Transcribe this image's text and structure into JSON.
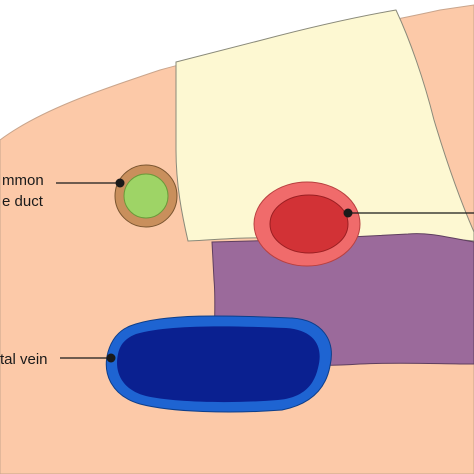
{
  "diagram": {
    "labels": {
      "common_bile_duct_line1": "mmon",
      "common_bile_duct_line2": "e duct",
      "portal_vein": "tal vein"
    },
    "colors": {
      "background": "#ffffff",
      "tissue": "#fcc9a8",
      "pancreas_region": "#fdf8d2",
      "vertebral_mass": "#9b6a9b",
      "bile_duct_outer": "#c98f5c",
      "bile_duct_inner": "#9ed466",
      "artery_outer": "#f06b6b",
      "artery_inner": "#d23236",
      "portal_vein_outer": "#1e64d2",
      "portal_vein_inner": "#0a2090",
      "leader_line": "#1a1a1a"
    }
  }
}
